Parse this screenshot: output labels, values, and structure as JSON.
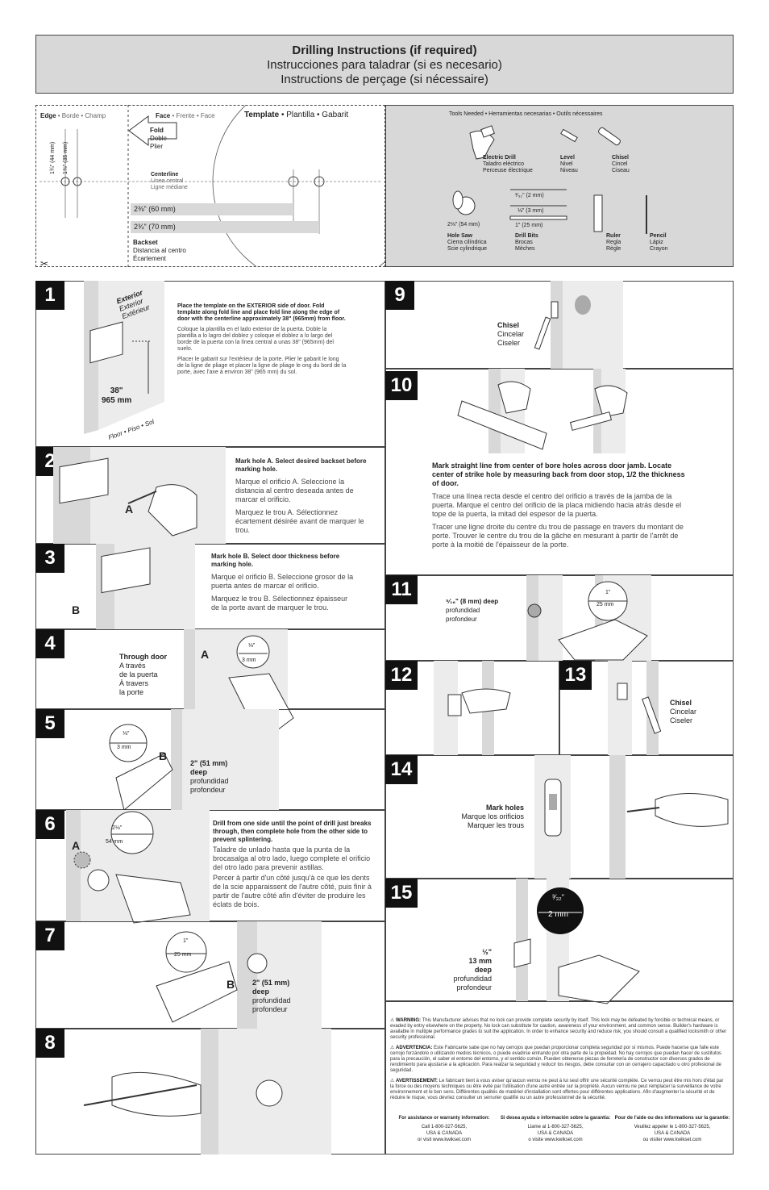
{
  "header": {
    "title_en": "Drilling Instructions (if required)",
    "title_es": "Instrucciones para taladrar (si es necesario)",
    "title_fr": "Instructions de perçage (si nécessaire)"
  },
  "template": {
    "edge": "Edge",
    "edge_tr": " • Borde • Champ",
    "face": "Face",
    "face_tr": " • Frente • Face",
    "title": "Template",
    "title_tr": " • Plantilla • Gabarit",
    "fold": [
      "Fold",
      "Doble",
      "Plier"
    ],
    "centerline": [
      "Centerline",
      "Línea central",
      "Ligne médiane"
    ],
    "dim_44": "1¾\" (44 mm)",
    "dim_35": "1⅜\" (35 mm)",
    "backset_60": "2⅜\" (60 mm)",
    "backset_70": "2¾\" (70 mm)",
    "backset": [
      "Backset",
      "Distancia al centro",
      "Écartement"
    ]
  },
  "tools": {
    "heading": "Tools Needed • Herramientas necesarias • Outils nécessaires",
    "drill": [
      "Electric Drill",
      "Taladro eléctrico",
      "Perceuse électrique"
    ],
    "level": [
      "Level",
      "Nivel",
      "Niveau"
    ],
    "chisel": [
      "Chisel",
      "Cincel",
      "Ciseau"
    ],
    "hole_saw_size": "2⅛\" (54 mm)",
    "hole_saw": [
      "Hole Saw",
      "Cierra cilíndrica",
      "Scie cylindrique"
    ],
    "bit_2": "³⁄₃₂\" (2 mm)",
    "bit_3": "⅛\" (3 mm)",
    "bit_25": "1\" (25 mm)",
    "drill_bits": [
      "Drill Bits",
      "Brocas",
      "Mèches"
    ],
    "ruler": [
      "Ruler",
      "Regla",
      "Règle"
    ],
    "pencil": [
      "Pencil",
      "Lápiz",
      "Crayon"
    ]
  },
  "steps": {
    "s1": {
      "num": "1",
      "exterior": [
        "Exterior",
        "Exterior",
        "Extérieur"
      ],
      "height": [
        "38\"",
        "965 mm"
      ],
      "floor": "Floor • Piso • Sol",
      "en": "Place the template on the EXTERIOR side of door. Fold template along fold line and place fold line along the edge of door with the centerline approximately 38\" (965mm) from floor.",
      "es": "Coloque la plantilla en el lado exterior de la puerta. Doble la plantilla a lo lagro del doblez y coloque el doblez a lo largo del borde de la puerta con la línea central a unas 38\" (965mm) del suelo.",
      "fr": "Placer le gabarit sur l'extérieur de la porte. Plier le gabarit le long de la ligne de pliage et placer la ligne de pliage le ong du bord de la porte, avec l'axe à environ 38\" (965 mm) du sol."
    },
    "s2": {
      "num": "2",
      "mark": "A",
      "en": "Mark hole A. Select desired backset before marking hole.",
      "es": "Marque el orificio A. Seleccione la distancia al centro deseada antes de marcar el orificio.",
      "fr": "Marquez le trou A. Sélectionnez écartement désirée avant de marquer le trou."
    },
    "s3": {
      "num": "3",
      "mark": "B",
      "en": "Mark hole B. Select door thickness before marking hole.",
      "es": "Marque el orificio B. Seleccione grosor de la puerta antes de marcar el orificio.",
      "fr": "Marquez le trou B. Sélectionnez épaisseur de la porte avant de marquer le trou."
    },
    "s4": {
      "num": "4",
      "mark": "A",
      "size_in": "⅛\"",
      "size_mm": "3 mm",
      "label": [
        "Through door",
        "A través",
        "de la puerta",
        "À travers",
        "la porte"
      ]
    },
    "s5": {
      "num": "5",
      "mark": "B",
      "size_in": "⅛\"",
      "size_mm": "3 mm",
      "depth": [
        "2\" (51 mm)",
        "deep",
        "profundidad",
        "profondeur"
      ]
    },
    "s6": {
      "num": "6",
      "mark": "A",
      "size_in": "2⅛\"",
      "size_mm": "54 mm",
      "en": "Drill from one side until the point of drill just breaks through, then complete hole from the other side to prevent splintering.",
      "es": "Taladre de unlado hasta que la punta de la brocasalga al otro lado, luego complete el orificio del otro lado para prevenir astillas.",
      "fr": "Percer à partir d'un côté jusqu'à ce que les dents de la scie apparaissent de l'autre côté, puis finir à partir de l'autre côté afin d'éviter de produire les éclats de bois."
    },
    "s7": {
      "num": "7",
      "mark": "B",
      "size_in": "1\"",
      "size_mm": "25 mm",
      "depth": [
        "2\" (51 mm)",
        "deep",
        "profundidad",
        "profondeur"
      ]
    },
    "s8": {
      "num": "8"
    },
    "s9": {
      "num": "9",
      "chisel": [
        "Chisel",
        "Cincelar",
        "Ciseler"
      ]
    },
    "s10": {
      "num": "10",
      "en": "Mark straight line from center of bore holes across door jamb. Locate center of strike hole by measuring back from door stop, 1/2 the thickness of door.",
      "es": "Trace una línea recta desde el centro del orificio a través de la jamba de la puerta. Marque el centro del orificio de la placa midiendo hacia atrás desde el tope de la puerta, la mitad del espesor de la puerta.",
      "fr": "Tracer une ligne droite du centre du trou de passage en travers du montant de porte. Trouver le centre du trou de la gâche en mesurant à partir de l'arrêt de porte à la moitié de l'épaisseur de la porte."
    },
    "s11": {
      "num": "11",
      "size_in": "1\"",
      "size_mm": "25 mm",
      "depth": [
        "⁵⁄₁₆\" (8 mm) deep",
        "profundidad",
        "profondeur"
      ]
    },
    "s12": {
      "num": "12"
    },
    "s13": {
      "num": "13",
      "chisel": [
        "Chisel",
        "Cincelar",
        "Ciseler"
      ]
    },
    "s14": {
      "num": "14",
      "mark": [
        "Mark holes",
        "Marque los orificios",
        "Marquer les trous"
      ]
    },
    "s15": {
      "num": "15",
      "size_in": "³⁄₃₂\"",
      "size_mm": "2 mm",
      "depth": [
        "½\"",
        "13 mm",
        "deep",
        "profundidad",
        "profondeur"
      ]
    }
  },
  "warnings": {
    "w_en_label": "WARNING:",
    "w_en": "This Manufacturer advises that no lock can provide complete security by itself. This lock may be defeated by forcible or technical means, or evaded by entry elsewhere on the property. No lock can substitute for caution, awareness of your environment, and common sense. Builder's hardware is available in multiple performance grades to suit the application. In order to enhance security and reduce risk, you should consult a qualified locksmith or other security professional.",
    "w_es_label": "ADVERTENCIA:",
    "w_es": "Este Fabricante sabe que no hay cerrojos que puedan proporcionar completa seguridad por sí mismos. Puede hacerse que falle este cerrojo forzándolo o utilizando medios técnicos, o puede evadirse entrando por otra parte de la propiedad. No hay cerrojos que puedan hacer de sustitutos para la precaución, el saber el entorno del entorno, y el sentido común. Pueden obtenerse piezas de ferretería de constructor con diversos grados de rendimiento para ajustarse a la aplicación. Para realzar la seguridad y reducir los riesgos, debe consultar con un cerrajero capacitado u otro profesional de seguridad.",
    "w_fr_label": "AVERTISSEMENT:",
    "w_fr": "Le fabricant tient à vous aviser qu'aucun verrou ne peut à lui seul offrir une sécurité complète. Ce verrou peut être mis hors d'état par la force ou des moyens techniques ou être évité par l'utilisation d'une autre entrée sur la propriété. Aucun verrou ne peut remplacer la surveillance de votre environnement et le bon sens. Différentes qualités de matériel d'installation sont offertes pour différentes applications. Afin d'augmenter la sécurité et de réduire le risque, vous devriez consulter un serrurier qualifié ou un autre professionnel de la sécurité."
  },
  "assistance": {
    "en_h": "For assistance or warranty information:",
    "en": [
      "Call 1-800-327-5625,",
      "USA & CANADA",
      "or visit www.kwikset.com"
    ],
    "es_h": "Si desea ayuda o información sobre la garantía:",
    "es": [
      "Llame al 1-800-327-5625,",
      "USA & CANADA",
      "o visite www.kwikset.com"
    ],
    "fr_h": "Pour de l'aide ou des informations sur la garantie:",
    "fr": [
      "Veuillez appeler le 1-800-327-5625,",
      "USA & CANADA",
      "ou visiter www.kwikset.com"
    ]
  }
}
